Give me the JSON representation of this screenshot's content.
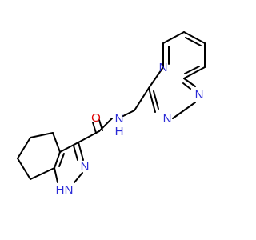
{
  "molecule": {
    "atoms": {
      "carbonyl_oxygen": {
        "symbol": "O",
        "color": "#e00000"
      },
      "amide_nitrogen": {
        "symbol": "N",
        "hydrogen": "H",
        "color": "#2a2ad6"
      },
      "triazole_n1": {
        "symbol": "N",
        "color": "#2a2ad6"
      },
      "triazole_n2": {
        "symbol": "N",
        "color": "#2a2ad6"
      },
      "triazole_n3": {
        "symbol": "N",
        "color": "#2a2ad6"
      },
      "pyrazole_n2": {
        "symbol": "N",
        "color": "#2a2ad6"
      },
      "pyrazole_n1": {
        "symbol": "N",
        "hydrogen": "H",
        "color": "#2a2ad6"
      }
    },
    "colors": {
      "bond": "#000000",
      "nitrogen": "#2a2ad6",
      "oxygen": "#e00000",
      "background": "#ffffff"
    }
  }
}
